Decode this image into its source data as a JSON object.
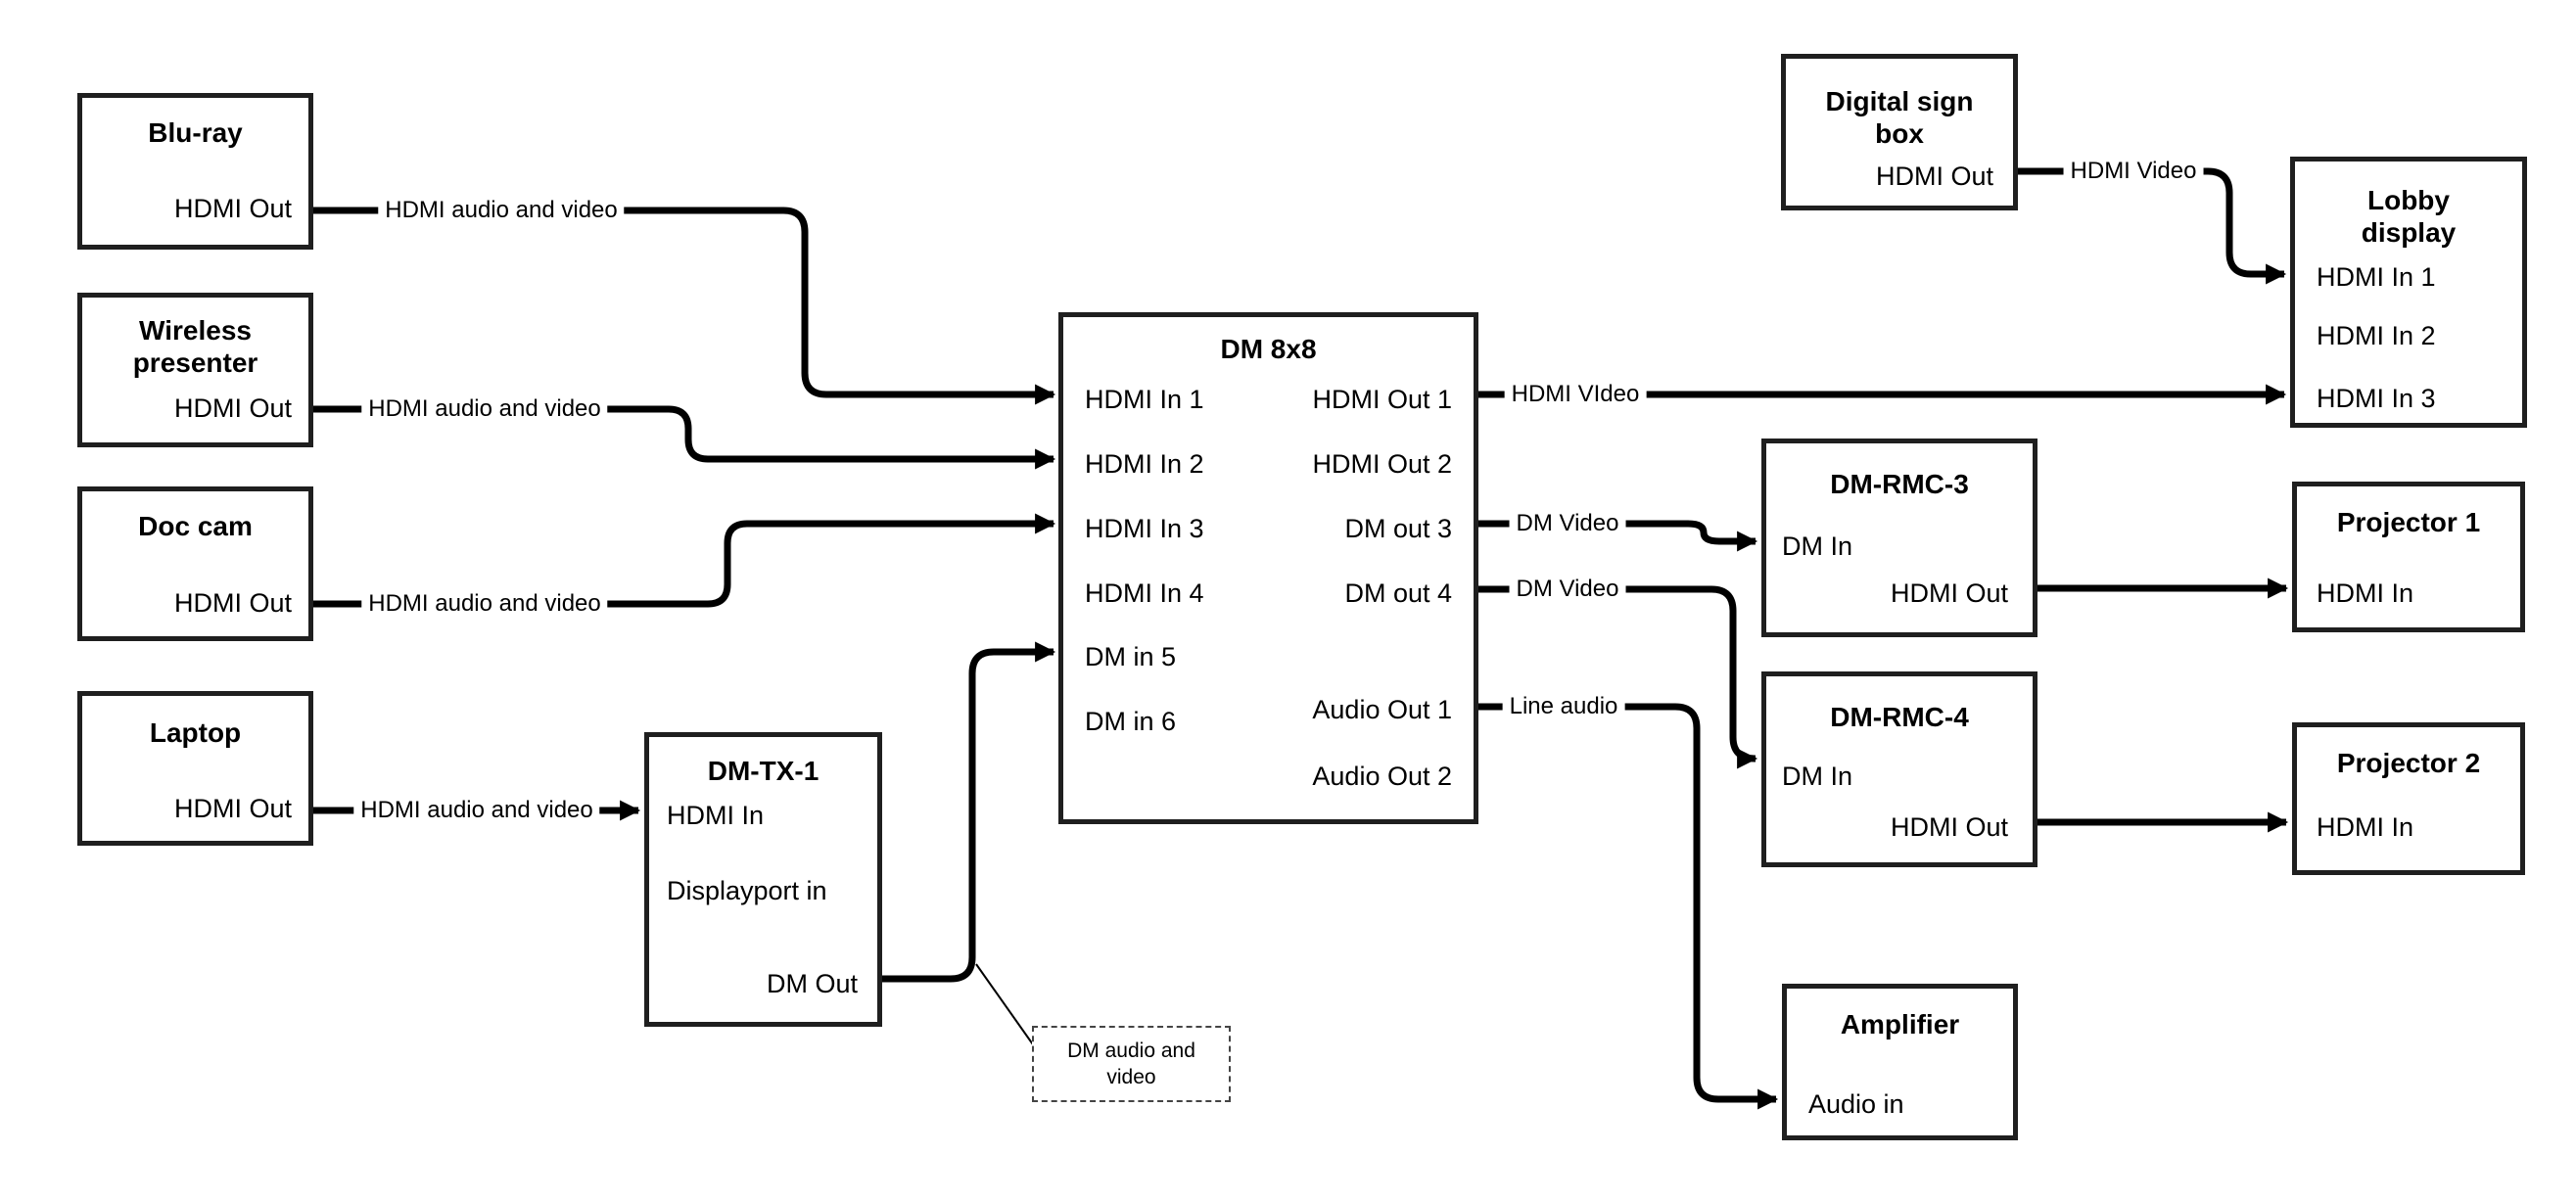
{
  "nodes": {
    "bluray": {
      "title": "Blu-ray",
      "port_out": "HDMI Out"
    },
    "wireless": {
      "title": "Wireless presenter",
      "port_out": "HDMI Out"
    },
    "doccam": {
      "title": "Doc cam",
      "port_out": "HDMI Out"
    },
    "laptop": {
      "title": "Laptop",
      "port_out": "HDMI Out"
    },
    "dmtx1": {
      "title": "DM-TX-1",
      "port_hdmi_in": "HDMI In",
      "port_dp_in": "Displayport in",
      "port_dm_out": "DM Out"
    },
    "dm8x8": {
      "title": "DM 8x8",
      "inputs": [
        "HDMI In 1",
        "HDMI In 2",
        "HDMI In 3",
        "HDMI In 4",
        "DM in 5",
        "DM in 6"
      ],
      "outputs": [
        "HDMI Out 1",
        "HDMI Out 2",
        "DM out 3",
        "DM out 4",
        "Audio Out 1",
        "Audio Out 2"
      ]
    },
    "digisign": {
      "title": "Digital sign box",
      "port_out": "HDMI Out"
    },
    "lobby": {
      "title": "Lobby display",
      "ports": [
        "HDMI In 1",
        "HDMI In 2",
        "HDMI In 3"
      ]
    },
    "rmc3": {
      "title": "DM-RMC-3",
      "port_in": "DM In",
      "port_out": "HDMI Out"
    },
    "proj1": {
      "title": "Projector 1",
      "port_in": "HDMI In"
    },
    "rmc4": {
      "title": "DM-RMC-4",
      "port_in": "DM In",
      "port_out": "HDMI Out"
    },
    "proj2": {
      "title": "Projector 2",
      "port_in": "HDMI In"
    },
    "amp": {
      "title": "Amplifier",
      "port_in": "Audio in"
    },
    "callout": {
      "text": "DM audio and video"
    }
  },
  "connection_labels": {
    "bluray_to_dm8x8": "HDMI audio and video",
    "wireless_to_dm8x8": "HDMI audio and video",
    "doccam_to_dm8x8": "HDMI audio and video",
    "laptop_to_dmtx1": "HDMI audio and video",
    "digisign_to_lobby": "HDMI Video",
    "dm8x8_out1_to_lobby": "HDMI VIdeo",
    "dm8x8_out3_to_rmc3": "DM Video",
    "dm8x8_out4_to_rmc4": "DM Video",
    "dm8x8_audio1_to_amp": "Line audio"
  },
  "colors": {
    "background": "#ffffff",
    "line": "#000000",
    "box_border": "#1f1f1f",
    "text": "#000000"
  }
}
